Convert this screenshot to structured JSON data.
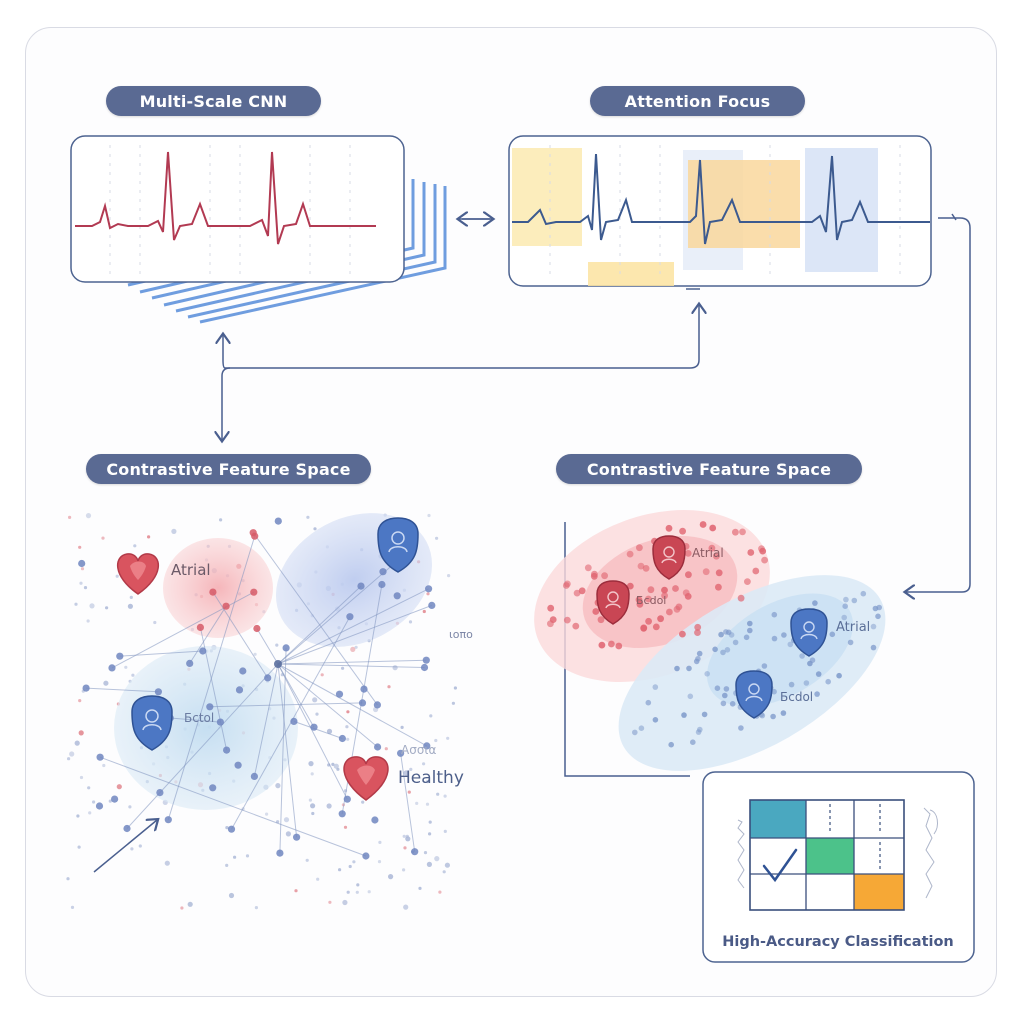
{
  "titles": {
    "cnn": "Multi-Scale CNN",
    "attention": "Attention Focus",
    "feature_left": "Contrastive Feature Space",
    "feature_right": "Contrastive Feature Space"
  },
  "left_cluster_labels": {
    "atrial": "Atrial",
    "top_right": "ιοπο",
    "blue": "Бсtol",
    "healthy": "Healthy",
    "healthy_faint": "Ασσια"
  },
  "right_cluster_labels": {
    "red_top": "Atrial",
    "red_left": "Бсdol",
    "blue_top": "Atrial",
    "blue_bottom": "Бсdol"
  },
  "classification": {
    "label": "High-Accuracy Classification"
  },
  "icons": [
    "heart-icon",
    "shield-person-icon",
    "check-icon"
  ],
  "colors": {
    "pill": "#5a6a93",
    "red_signal": "#b23a52",
    "blue_signal": "#3c5a8f",
    "cnn_layers": "#6f9ddf",
    "red_cluster": "#f6c5c8",
    "blue_cluster": "#cfe3f4",
    "attention_yellow": "#fbe7a6",
    "attention_orange": "#f9d79c",
    "attention_blue": "#d8e3f6",
    "matrix_teal": "#4aa8c0",
    "matrix_green": "#4cc28a",
    "matrix_orange": "#f6a836"
  }
}
